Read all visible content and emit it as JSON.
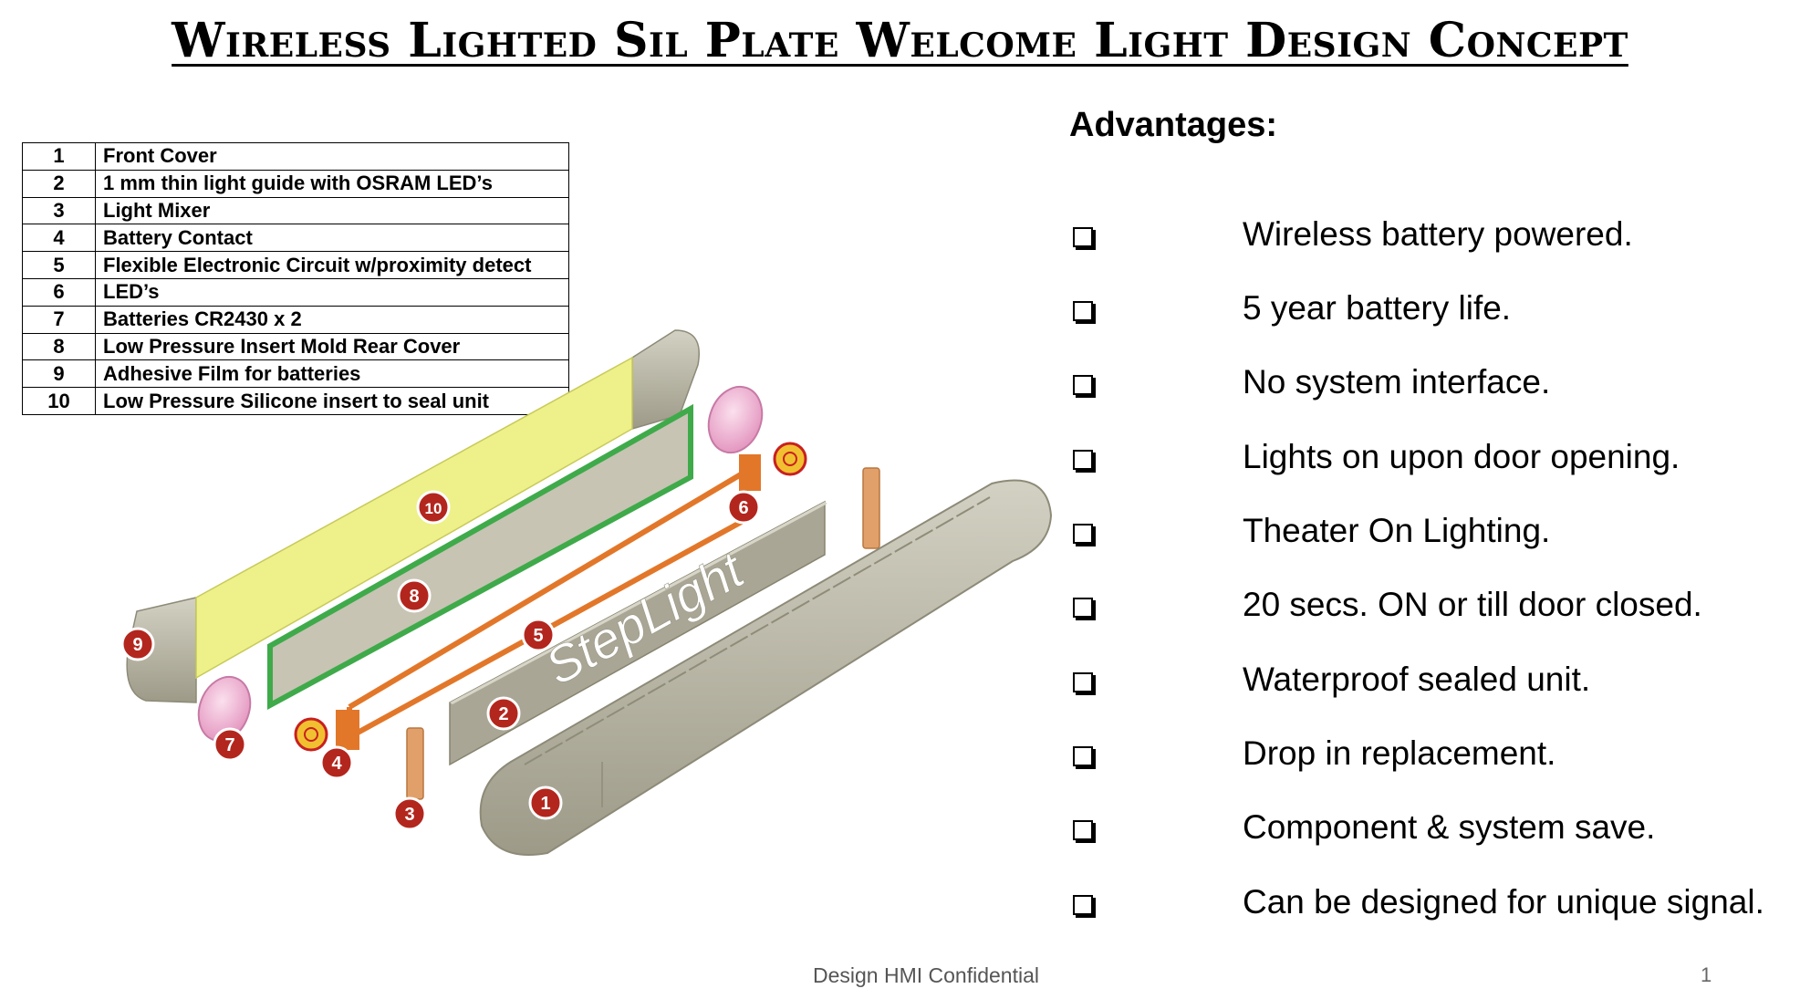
{
  "title": "Wireless Lighted Sil Plate Welcome Light Design Concept",
  "parts": [
    {
      "num": "1",
      "desc": "Front Cover"
    },
    {
      "num": "2",
      "desc": "1 mm thin light guide with OSRAM LED’s"
    },
    {
      "num": "3",
      "desc": "Light Mixer"
    },
    {
      "num": "4",
      "desc": "Battery Contact"
    },
    {
      "num": "5",
      "desc": "Flexible Electronic Circuit w/proximity detect"
    },
    {
      "num": "6",
      "desc": "LED’s"
    },
    {
      "num": "7",
      "desc": "Batteries CR2430 x 2"
    },
    {
      "num": "8",
      "desc": "Low Pressure Insert Mold Rear Cover"
    },
    {
      "num": "9",
      "desc": "Adhesive Film for batteries"
    },
    {
      "num": "10",
      "desc": "Low Pressure Silicone insert to seal unit"
    }
  ],
  "diagram": {
    "brand_text": "StepLight",
    "callouts": [
      "1",
      "2",
      "3",
      "4",
      "5",
      "6",
      "7",
      "8",
      "9",
      "10"
    ],
    "colors": {
      "callout_fill": "#b3261e",
      "film_yellow": "#eef08a",
      "cover_gray": "#b7b4a2",
      "circuit_orange": "#e2772a",
      "mold_green": "#3faa4a",
      "battery_pink": "#f3b7d6"
    }
  },
  "advantages": {
    "heading": "Advantages:",
    "items": [
      "Wireless battery powered.",
      "5 year battery life.",
      "No system interface.",
      "Lights on upon door opening.",
      "Theater On Lighting.",
      "20 secs. ON or till door closed.",
      "Waterproof sealed unit.",
      "Drop in replacement.",
      "Component & system save.",
      "Can be designed for unique signal."
    ]
  },
  "footer": "Design HMI Confidential",
  "page_number": "1"
}
